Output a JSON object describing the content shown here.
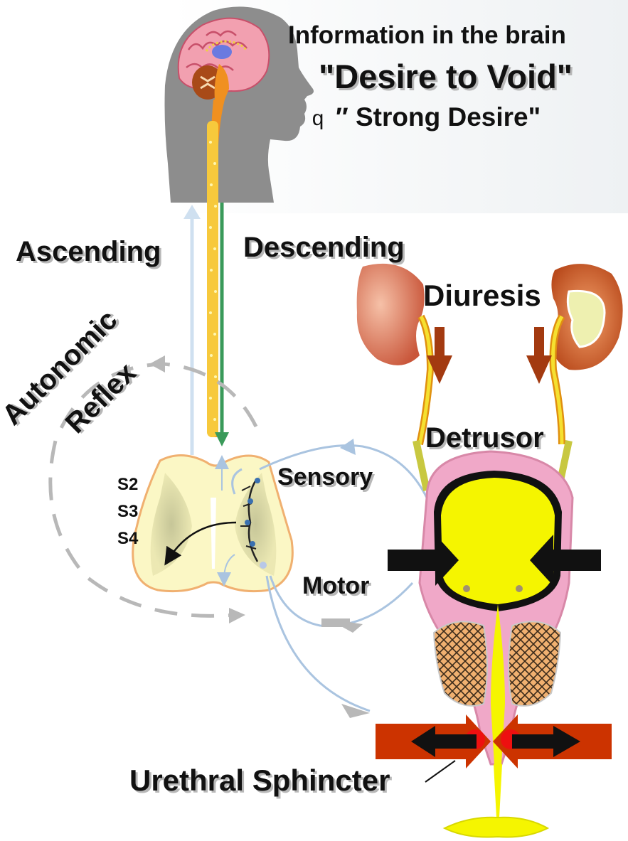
{
  "header": {
    "line1": "Information in the brain",
    "line2": "\"Desire to Void\"",
    "line3_bullet": "q",
    "line3": "″ Strong Desire\""
  },
  "pathways": {
    "ascending": "Ascending",
    "descending": "Descending",
    "autonomic": "Autonomic",
    "reflex": "Reflex"
  },
  "spinal": {
    "segments": [
      "S2",
      "S3",
      "S4"
    ],
    "sensory": "Sensory",
    "motor": "Motor"
  },
  "organs": {
    "diuresis": "Diuresis",
    "detrusor": "Detrusor",
    "sphincter": "Urethral Sphincter"
  },
  "colors": {
    "head": "#8d8d8d",
    "brain": "#f2a0b0",
    "spinal_cord": "#f7c93c",
    "descending_arrow": "#3a9a5a",
    "kidney": "#d96a50",
    "arrow_brown": "#a33a10",
    "bladder_wall": "#f0a8c8",
    "urine": "#f5f500",
    "sphincter": "#cc3300",
    "spinal_section": "#fbf7c5",
    "pathway_line": "#aac4e0"
  }
}
